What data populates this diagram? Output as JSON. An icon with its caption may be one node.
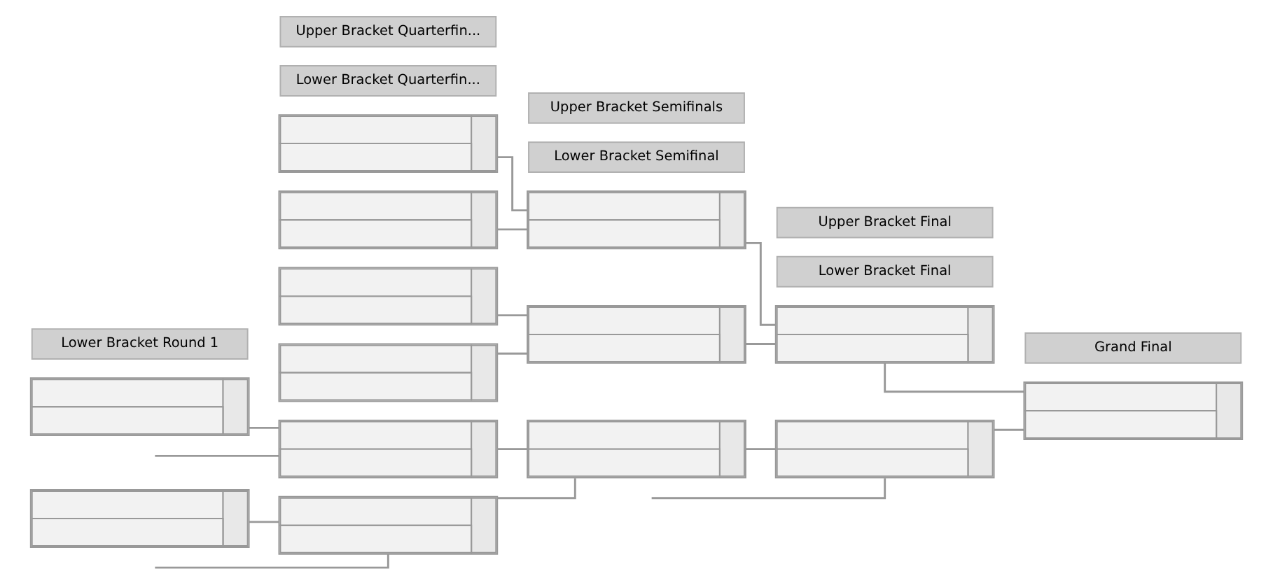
{
  "diagram": {
    "nodes": [
      {
        "text": [
          "Upper Bracket Quarterfin..."
        ]
      },
      {
        "text": [
          "Upper Bracket Semifinals"
        ]
      },
      {
        "text": [
          "Upper Bracket Final"
        ]
      },
      {
        "text": [
          "Grand Final"
        ]
      },
      {
        "text": [],
        "shape": "box"
      },
      {
        "text": [],
        "shape": "box"
      },
      {
        "text": [],
        "shape": "box"
      },
      {
        "text": [],
        "shape": "box"
      },
      {
        "text": [],
        "shape": "box"
      },
      {
        "text": [],
        "shape": "box"
      },
      {
        "text": [],
        "shape": "box"
      },
      {
        "text": [],
        "shape": "box"
      },
      {
        "text": [
          "Lower Bracket Round 1"
        ]
      },
      {
        "text": [
          "Lower Bracket Quarterfin..."
        ]
      },
      {
        "text": [
          "Lower Bracket Semifinal"
        ]
      },
      {
        "text": [
          "Lower Bracket Final"
        ]
      },
      {
        "text": [],
        "shape": "box"
      },
      {
        "text": [],
        "shape": "box"
      },
      {
        "text": [],
        "shape": "box"
      },
      {
        "text": [],
        "shape": "box"
      },
      {
        "text": [],
        "shape": "box"
      },
      {
        "text": [],
        "shape": "box"
      }
    ],
    "edges": [
      {
        "from": 4,
        "to": 8,
        "arrow": "none"
      },
      {
        "from": 5,
        "to": 8,
        "arrow": "none"
      },
      {
        "from": 6,
        "to": 9,
        "arrow": "none"
      },
      {
        "from": 7,
        "to": 9,
        "arrow": "none"
      },
      {
        "from": 8,
        "to": 10,
        "arrow": "none"
      },
      {
        "from": 9,
        "to": 10,
        "arrow": "none"
      },
      {
        "from": 10,
        "to": 11,
        "arrow": "none"
      },
      {
        "from": 21,
        "to": 11,
        "arrow": "none"
      },
      {
        "from": null,
        "to": 18,
        "arrow": "none"
      },
      {
        "from": 16,
        "to": 18,
        "arrow": "none"
      },
      {
        "from": null,
        "to": 19,
        "arrow": "none"
      },
      {
        "from": 17,
        "to": 19,
        "arrow": "none"
      },
      {
        "from": 18,
        "to": 20,
        "arrow": "none"
      },
      {
        "from": 19,
        "to": 20,
        "arrow": "none"
      },
      {
        "from": null,
        "to": 21,
        "arrow": "none"
      },
      {
        "from": 20,
        "to": 21,
        "arrow": "none"
      }
    ]
  }
}
